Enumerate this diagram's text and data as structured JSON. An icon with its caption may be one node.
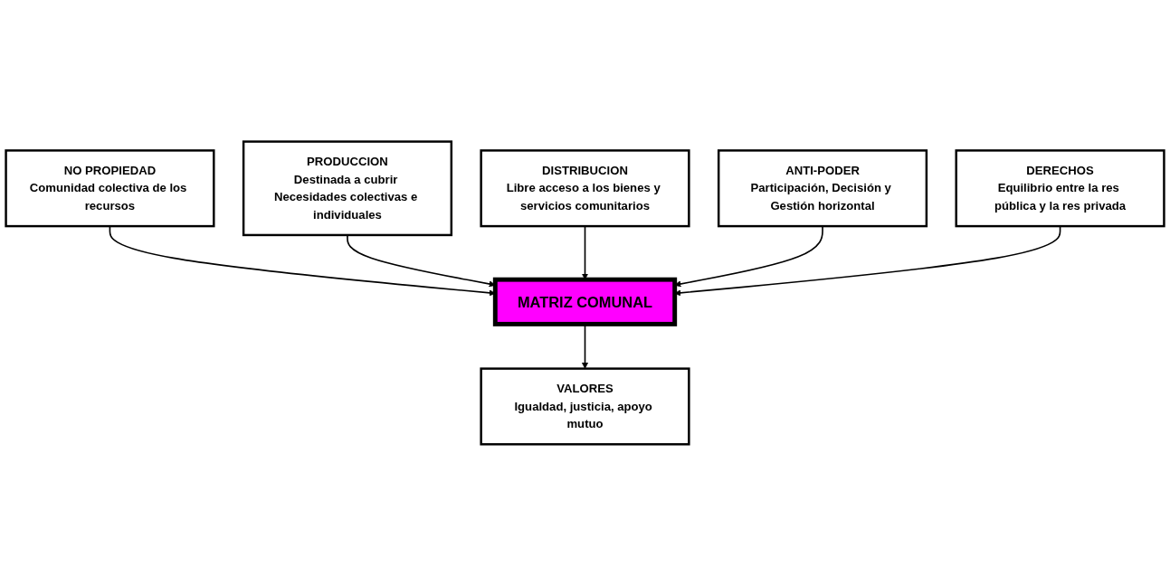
{
  "diagram": {
    "nodes": [
      {
        "text": [
          "NO PROPIEDAD",
          "Comunidad colectiva de los recursos"
        ]
      },
      {
        "text": [
          "PRODUCCION",
          "Destinada a cubrir Necesidades colectivas e individuales"
        ]
      },
      {
        "text": [
          "DISTRIBUCION",
          "Libre acceso a los bienes y servicios comunitarios"
        ]
      },
      {
        "text": [
          "MATRIZ COMUNAL"
        ]
      },
      {
        "text": [
          "ANTI-PODER",
          "Participación, Decisión y Gestión horizontal"
        ]
      },
      {
        "text": [
          "VALORES",
          "Igualdad, justicia, apoyo mutuo"
        ]
      },
      {
        "text": [
          "DERECHOS",
          "Equilibrio entre la res pública y la res privada"
        ]
      }
    ],
    "edges": [
      {
        "from": 0,
        "to": 3,
        "arrow": "to"
      },
      {
        "from": 1,
        "to": 3,
        "arrow": "to"
      },
      {
        "from": 2,
        "to": 3,
        "arrow": "to"
      },
      {
        "from": 4,
        "to": 3,
        "arrow": "to"
      },
      {
        "from": 3,
        "to": 5,
        "arrow": "to"
      },
      {
        "from": 6,
        "to": 3,
        "arrow": "to"
      }
    ]
  }
}
